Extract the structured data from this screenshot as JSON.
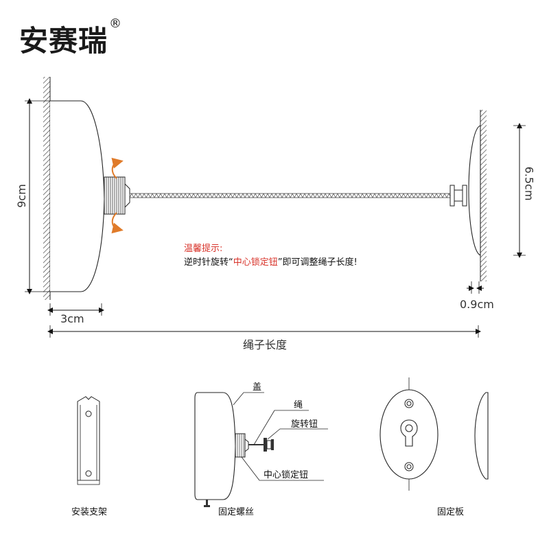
{
  "brand": {
    "name": "安赛瑞",
    "registered": "®"
  },
  "dimensions": {
    "main_height": "9cm",
    "main_depth": "3cm",
    "plate_height": "6.5cm",
    "plate_depth": "0.9cm",
    "rope_length": "绳子长度"
  },
  "tip": {
    "title": "温馨提示:",
    "prefix": "逆时针旋转“",
    "highlight": "中心锁定钮",
    "suffix": "”即可调整绳子长度!"
  },
  "parts": {
    "cover": "盖",
    "rope": "绳",
    "knob": "旋转钮",
    "lock_button": "中心锁定钮"
  },
  "captions": {
    "bracket": "安装支架",
    "screw": "固定螺丝",
    "plate": "固定板"
  },
  "colors": {
    "accent": "#d8332a",
    "arrow": "#e07b2a",
    "line": "#222222"
  }
}
